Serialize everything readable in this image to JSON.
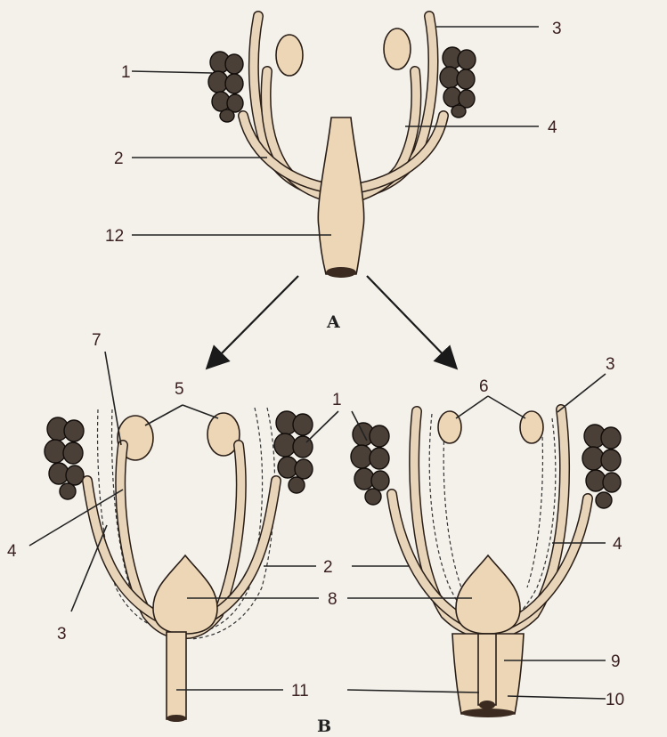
{
  "figure": {
    "panel_a_letter": "A",
    "panel_b_letter": "B",
    "labels": {
      "a_1": "1",
      "a_2": "2",
      "a_3": "3",
      "a_4": "4",
      "a_12": "12",
      "b_left_7": "7",
      "b_left_5": "5",
      "b_left_1": "1",
      "b_left_4": "4",
      "b_left_2": "2",
      "b_left_8": "8",
      "b_left_3": "3",
      "b_left_11": "11",
      "b_right_6": "6",
      "b_right_3": "3",
      "b_right_4": "4",
      "b_right_9": "9",
      "b_right_10": "10"
    }
  },
  "colors": {
    "background": "#f4f1ea",
    "organ_fill": "#ecd6b6",
    "kidney_fill": "#4b4038",
    "outline": "#2a1f18"
  }
}
